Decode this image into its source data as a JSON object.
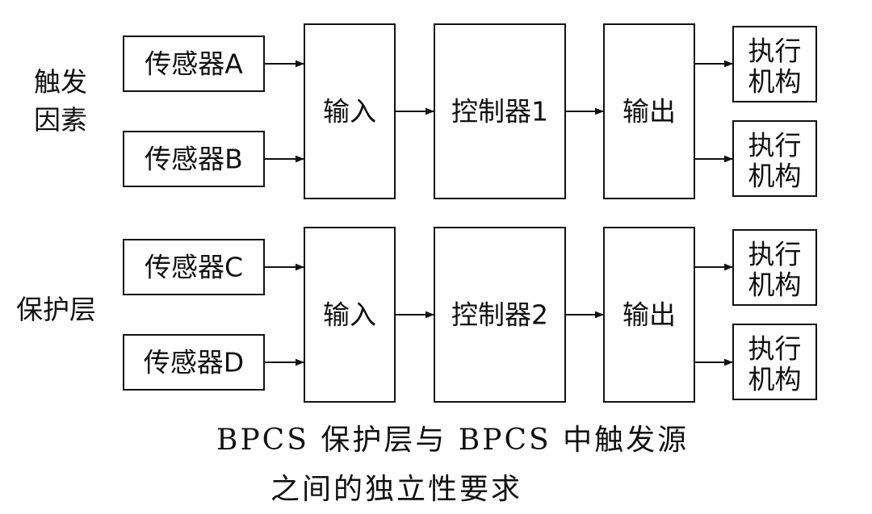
{
  "top_group": {
    "label_line1": "触发",
    "label_line2": "因素",
    "sensor_a": "传感器A",
    "sensor_b": "传感器B",
    "input": "输入",
    "controller": "控制器1",
    "output": "输出",
    "actuators": [
      {
        "line1": "执行",
        "line2": "机构"
      },
      {
        "line1": "执行",
        "line2": "机构"
      }
    ]
  },
  "bottom_group": {
    "label": "保护层",
    "sensor_c": "传感器C",
    "sensor_d": "传感器D",
    "input": "输入",
    "controller": "控制器2",
    "output": "输出",
    "actuators": [
      {
        "line1": "执行",
        "line2": "机构"
      },
      {
        "line1": "执行",
        "line2": "机构"
      }
    ]
  },
  "caption": {
    "line1": "BPCS 保护层与 BPCS 中触发源",
    "line2": "之间的独立性要求"
  }
}
